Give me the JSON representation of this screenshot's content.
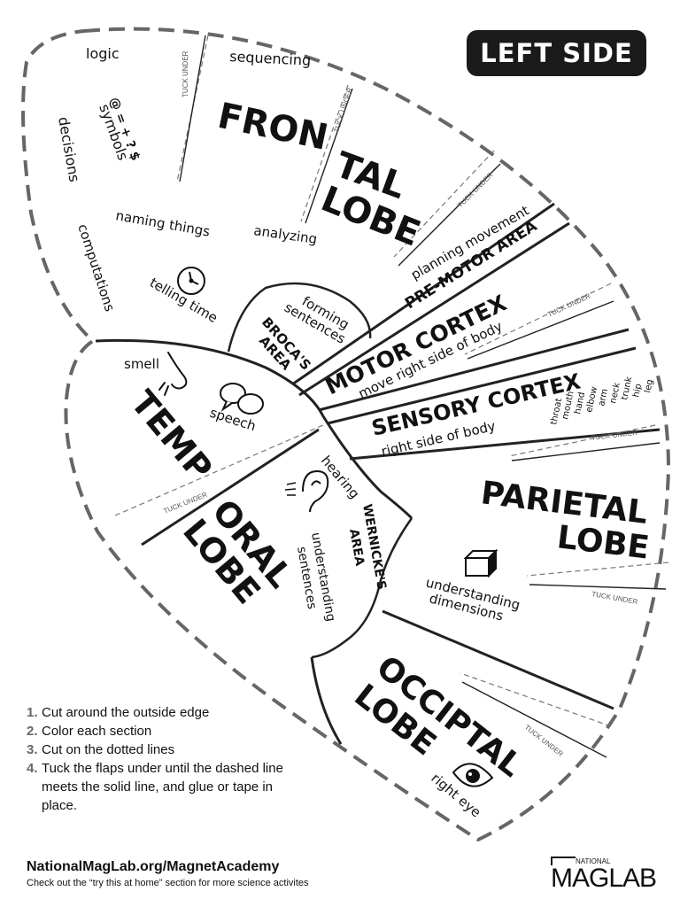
{
  "badge": "LEFT SIDE",
  "lobes": {
    "frontal_1": "FRON",
    "frontal_2": "TAL",
    "frontal_3": "LOBE",
    "temporal_1": "TEMP",
    "temporal_2": "ORAL",
    "temporal_3": "LOBE",
    "parietal_1": "PARIETAL",
    "parietal_2": "LOBE",
    "occipital_1": "OCCIPTAL",
    "occipital_2": "LOBE"
  },
  "areas": {
    "premotor": "PRE-MOTOR AREA",
    "premotor_desc": "planning movement",
    "motor": "MOTOR CORTEX",
    "motor_desc": "move right side of body",
    "sensory": "SENSORY CORTEX",
    "sensory_desc": "right side of body",
    "broca_1": "BROCA'S",
    "broca_2": "AREA",
    "broca_desc_1": "forming",
    "broca_desc_2": "sentences",
    "wernicke_1": "WERNICKE'S",
    "wernicke_2": "AREA",
    "wernicke_desc_1": "understanding",
    "wernicke_desc_2": "sentences"
  },
  "functions": {
    "logic": "logic",
    "sequencing": "sequencing",
    "symbols_glyphs": "@ = + ? $",
    "symbols": "symbols",
    "decisions": "decisions",
    "naming_things": "naming things",
    "analyzing": "analyzing",
    "computations": "computations",
    "telling_time": "telling time",
    "smell": "smell",
    "speech": "speech",
    "hearing": "hearing",
    "understanding": "understanding",
    "dimensions": "dimensions",
    "right_eye": "right eye"
  },
  "body_parts": [
    "leg",
    "hip",
    "trunk",
    "neck",
    "arm",
    "elbow",
    "hand",
    "mouth",
    "throat"
  ],
  "tuck_label": "TUCK UNDER",
  "steps": [
    {
      "num": "1.",
      "text": "Cut around the outside edge"
    },
    {
      "num": "2.",
      "text": "Color each section"
    },
    {
      "num": "3.",
      "text": "Cut on the dotted lines"
    },
    {
      "num": "4.",
      "text": "Tuck the flaps under until the dashed line meets the solid line, and glue or tape in place."
    }
  ],
  "footer": {
    "url": "NationalMagLab.org/MagnetAcademy",
    "subtitle": "Check out the “try this at home” section for more science activites"
  },
  "logo": {
    "small": "NATIONAL",
    "big": "MAGLAB"
  },
  "icons": [
    "clock-icon",
    "nose-icon",
    "speech-bubbles-icon",
    "ear-icon",
    "cube-icon",
    "eye-icon"
  ]
}
